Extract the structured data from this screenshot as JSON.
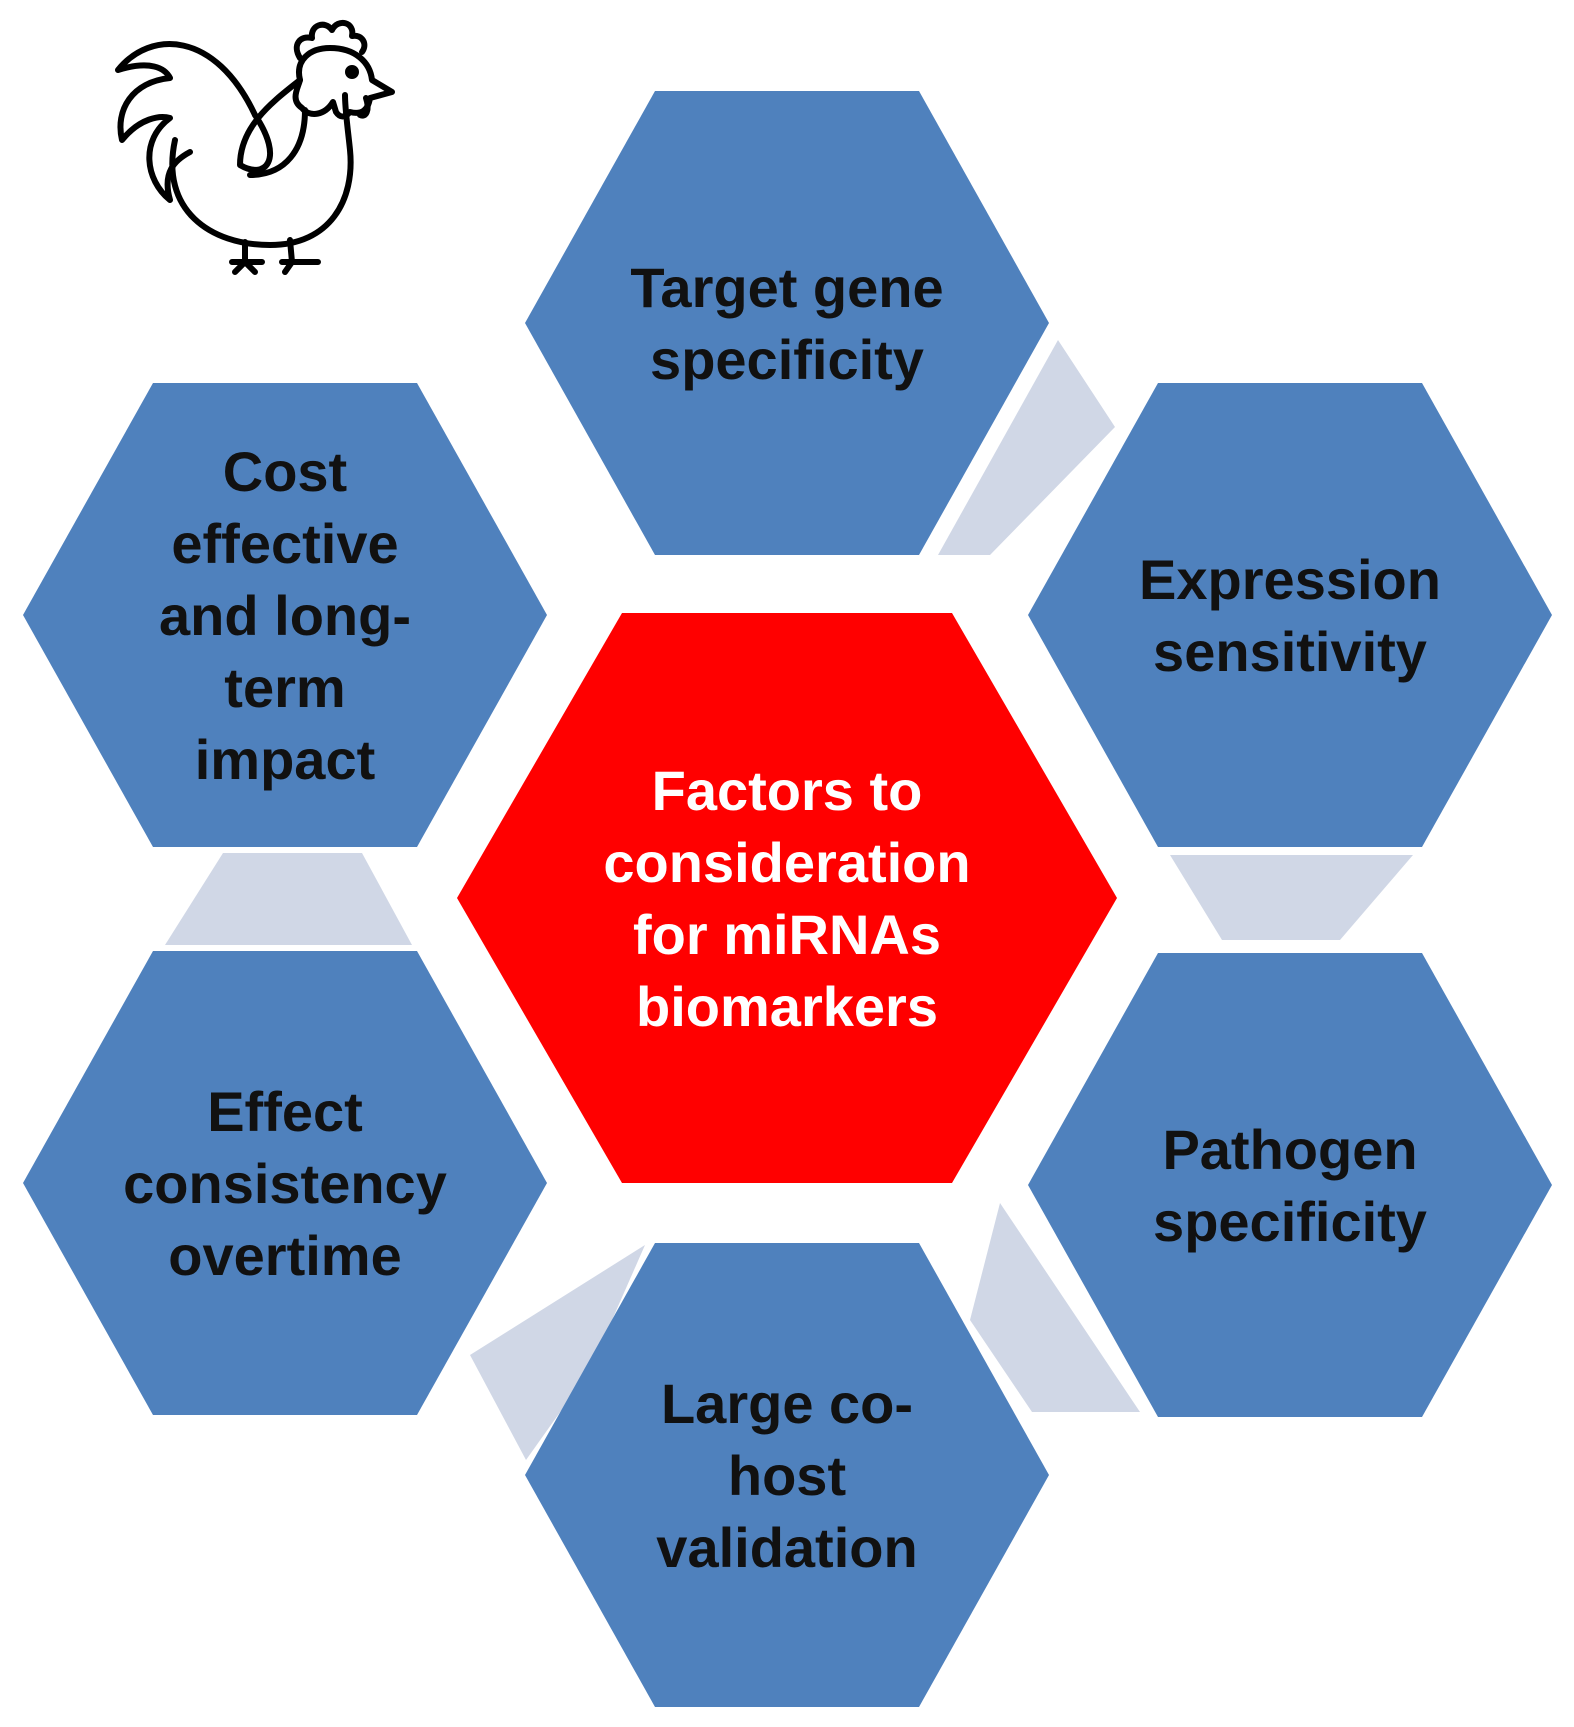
{
  "center": {
    "lines": [
      "Factors to",
      "consideration",
      "for miRNAs",
      "biomarkers"
    ],
    "color": "#ff0000",
    "text_color": "#ffffff"
  },
  "outer_color": "#4f81bd",
  "connector_color": "#d0d7e6",
  "hexagons": [
    {
      "name": "hex-target-gene-specificity",
      "lines": [
        "Target gene",
        "specificity"
      ]
    },
    {
      "name": "hex-expression-sensitivity",
      "lines": [
        "Expression",
        "sensitivity"
      ]
    },
    {
      "name": "hex-pathogen-specificity",
      "lines": [
        "Pathogen",
        "specificity"
      ]
    },
    {
      "name": "hex-large-co-host-validation",
      "lines": [
        "Large co-",
        "host",
        "validation"
      ]
    },
    {
      "name": "hex-effect-consistency-overtime",
      "lines": [
        "Effect",
        "consistency",
        "overtime"
      ]
    },
    {
      "name": "hex-cost-effective-long-term-impact",
      "lines": [
        "Cost",
        "effective",
        "and long-",
        "term",
        "impact"
      ]
    }
  ],
  "icon": "chicken-icon"
}
